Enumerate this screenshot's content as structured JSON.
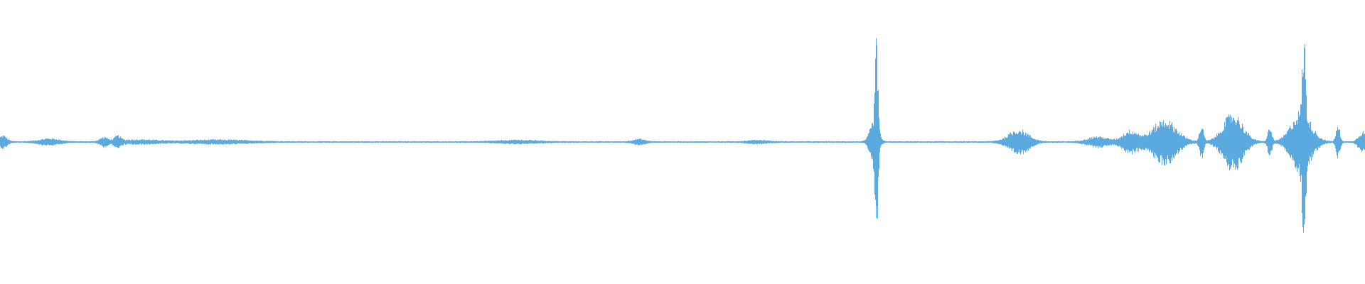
{
  "waveform": {
    "color": "#5aaae0",
    "background": "#ffffff",
    "amplitude_scale": 1.0,
    "baseline_noise": 0.008,
    "events": [
      {
        "t": 0.002,
        "amp": 0.06,
        "dur": 0.004
      },
      {
        "t": 0.036,
        "amp": 0.03,
        "dur": 0.01
      },
      {
        "t": 0.076,
        "amp": 0.04,
        "dur": 0.004
      },
      {
        "t": 0.086,
        "amp": 0.05,
        "dur": 0.003
      },
      {
        "t": 0.1,
        "amp": 0.02,
        "dur": 0.02
      },
      {
        "t": 0.16,
        "amp": 0.018,
        "dur": 0.03
      },
      {
        "t": 0.38,
        "amp": 0.015,
        "dur": 0.02
      },
      {
        "t": 0.468,
        "amp": 0.025,
        "dur": 0.006
      },
      {
        "t": 0.555,
        "amp": 0.015,
        "dur": 0.01
      },
      {
        "t": 0.64,
        "amp": 0.2,
        "dur": 0.004
      },
      {
        "t": 0.642,
        "amp": 0.85,
        "dur": 0.0015
      },
      {
        "t": 0.746,
        "amp": 0.12,
        "dur": 0.01
      },
      {
        "t": 0.804,
        "amp": 0.05,
        "dur": 0.01
      },
      {
        "t": 0.828,
        "amp": 0.11,
        "dur": 0.008
      },
      {
        "t": 0.853,
        "amp": 0.22,
        "dur": 0.012
      },
      {
        "t": 0.88,
        "amp": 0.16,
        "dur": 0.002
      },
      {
        "t": 0.903,
        "amp": 0.28,
        "dur": 0.01
      },
      {
        "t": 0.93,
        "amp": 0.14,
        "dur": 0.002
      },
      {
        "t": 0.953,
        "amp": 0.3,
        "dur": 0.01
      },
      {
        "t": 0.955,
        "amp": 0.92,
        "dur": 0.0015
      },
      {
        "t": 0.98,
        "amp": 0.16,
        "dur": 0.002
      },
      {
        "t": 0.998,
        "amp": 0.1,
        "dur": 0.004
      }
    ]
  }
}
